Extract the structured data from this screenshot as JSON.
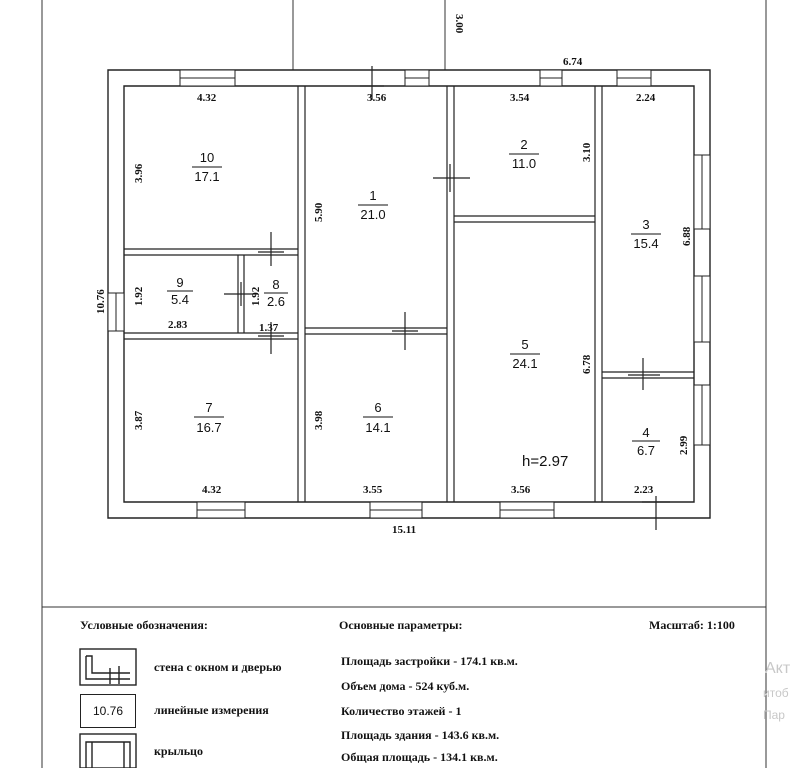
{
  "plan": {
    "top_offset": "3.00",
    "overall": {
      "top": "6.74",
      "bottom": "15.11",
      "left": "10.76"
    },
    "rooms": [
      {
        "num": "10",
        "area": "17.1",
        "dims": [
          "4.32",
          "3.96"
        ]
      },
      {
        "num": "1",
        "area": "21.0",
        "dims": [
          "3.56",
          "5.90"
        ]
      },
      {
        "num": "2",
        "area": "11.0",
        "dims": [
          "3.54",
          "3.10"
        ]
      },
      {
        "num": "3",
        "area": "15.4",
        "dims": [
          "2.24",
          "6.88"
        ]
      },
      {
        "num": "9",
        "area": "5.4",
        "dims": [
          "2.83",
          "1.92"
        ]
      },
      {
        "num": "8",
        "area": "2.6",
        "dims": [
          "1.37",
          "1.92"
        ]
      },
      {
        "num": "5",
        "area": "24.1",
        "dims": [
          "6.78"
        ]
      },
      {
        "num": "4",
        "area": "6.7",
        "dims": [
          "2.23",
          "2.99"
        ]
      },
      {
        "num": "7",
        "area": "16.7",
        "dims": [
          "4.32",
          "3.87"
        ]
      },
      {
        "num": "6",
        "area": "14.1",
        "dims": [
          "3.55",
          "3.98"
        ]
      }
    ],
    "bottom_dim_3_56": "3.56",
    "ceiling_height": "h=2.97"
  },
  "legend": {
    "title": "Условные обозначения:",
    "wall_label": "стена с окном и дверью",
    "dim_box": "10.76",
    "dim_label": "линейные измерения",
    "porch_label": "крыльцо"
  },
  "params": {
    "title": "Основные параметры:",
    "scale": "Масштаб:  1:100",
    "rows": [
      "Площадь застройки - 174.1 кв.м.",
      "Объем дома - 524 куб.м.",
      "Количество этажей - 1",
      "Площадь здания - 143.6 кв.м.",
      "Общая площадь - 134.1 кв.м."
    ]
  },
  "watermark": {
    "line1": "Акт",
    "line2": "итоб",
    "line3": "Пар"
  }
}
